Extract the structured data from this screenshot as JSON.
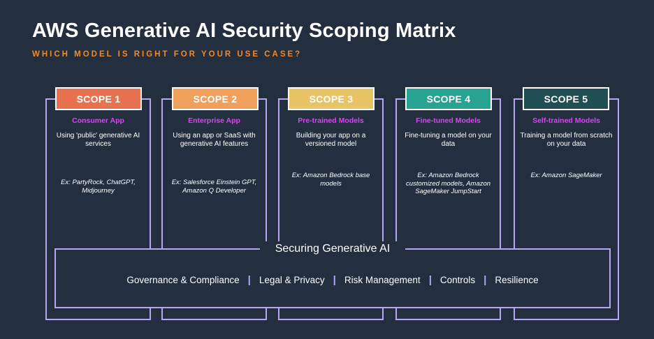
{
  "title": "AWS Generative AI Security Scoping Matrix",
  "subtitle": "WHICH MODEL IS RIGHT FOR YOUR USE CASE?",
  "scopes": [
    {
      "badge": "SCOPE 1",
      "name": "Consumer App",
      "desc": "Using 'public' generative AI services",
      "example": "Ex: PartyRock, ChatGPT, Midjourney",
      "color": "#e8724f"
    },
    {
      "badge": "SCOPE 2",
      "name": "Enterprise App",
      "desc": "Using an app or SaaS with generative AI features",
      "example": "Ex: Salesforce Einstein GPT, Amazon Q Developer",
      "color": "#f0a05a"
    },
    {
      "badge": "SCOPE 3",
      "name": "Pre-trained Models",
      "desc": "Building your app on a versioned model",
      "example": "Ex: Amazon Bedrock base models",
      "color": "#e9c466"
    },
    {
      "badge": "SCOPE 4",
      "name": "Fine-tuned Models",
      "desc": "Fine-tuning a model on your data",
      "example": "Ex: Amazon Bedrock customized models, Amazon SageMaker JumpStart",
      "color": "#27a393"
    },
    {
      "badge": "SCOPE 5",
      "name": "Self-trained Models",
      "desc": "Training a model from scratch on your data",
      "example": "Ex: Amazon SageMaker",
      "color": "#1f4e55"
    }
  ],
  "securing": {
    "title": "Securing Generative AI",
    "pillars": [
      "Governance & Compliance",
      "Legal & Privacy",
      "Risk Management",
      "Controls",
      "Resilience"
    ]
  },
  "colors": {
    "background": "#232f3e",
    "accent": "#f0892a",
    "border": "#b7a7f2",
    "scope_name": "#e040fb"
  }
}
